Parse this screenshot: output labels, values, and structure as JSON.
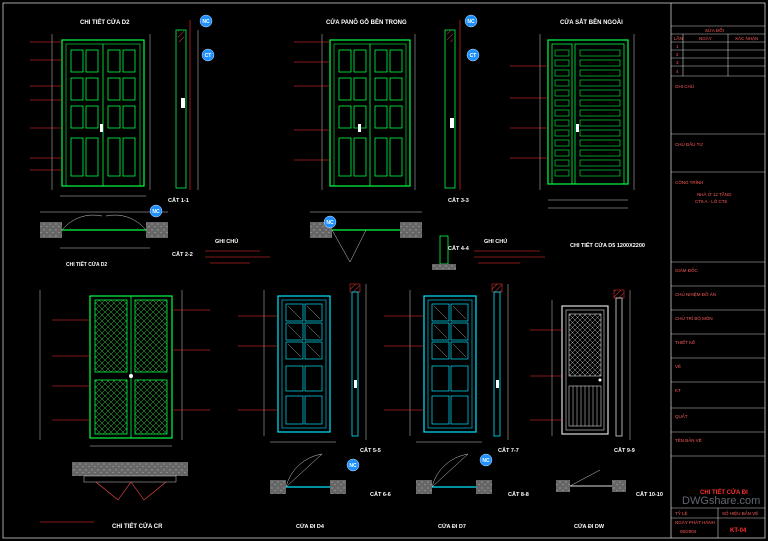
{
  "titles": {
    "door_d2_detail": "CHI TIẾT CỬA D2",
    "pano_door_inside": "CỬA PANÔ GỖ BÊN TRONG",
    "steel_door_outside": "CỬA SẮT BÊN NGOÀI",
    "door_cr_detail": "CHI TIẾT CỬA CR",
    "door_d5_detail": "CHI TIẾT CỬA D5 1200X2200",
    "door_d4": "CỬA ĐI D4",
    "door_d7": "CỬA ĐI D7",
    "door_dw": "CỬA ĐI DW"
  },
  "sections": {
    "s11": "CẮT 1-1",
    "s22": "CẮT 2-2",
    "s33": "CẮT 3-3",
    "s44": "CẮT 4-4",
    "s55": "CẮT 5-5",
    "s66": "CẮT 6-6",
    "s77": "CẮT 7-7",
    "s88": "CẮT 8-8",
    "s99": "CẮT 9-9",
    "s1010": "CẮT 10-10"
  },
  "notes": {
    "ghichu_left": "GHI CHÚ",
    "ghichu_right": "GHI CHÚ"
  },
  "tags": {
    "nc": "NC",
    "ct": "CT"
  },
  "title_block": {
    "revision_header": "SỬA ĐỔI",
    "col_lan": "LẦN",
    "col_ngay": "NGÀY",
    "col_xacnhan": "XÁC NHẬN",
    "rows": [
      "1",
      "2",
      "3",
      "4"
    ],
    "ghi_chu": "GHI CHÚ",
    "chu_dau_tu": "CHỦ ĐẦU TƯ",
    "cong_trinh": "CÔNG TRÌNH",
    "project_line1": "NHÀ Ở 12 TẦNG",
    "project_line2": "CT6 A - LÔ CT6",
    "giam_doc": "GIÁM ĐỐC",
    "chu_nhiem": "CHỦ NHIỆM ĐỒ ÁN",
    "chu_tri": "CHỦ TRÌ BỘ MÔN",
    "thiet_ke": "THIẾT KẾ",
    "ve": "VẼ",
    "kt": "KT",
    "quat": "QUẢT",
    "ten_ban_ve": "TÊN BẢN VẼ",
    "drawing_name": "CHI TIẾT CỬA ĐI",
    "watermark": "DWGshare.com",
    "scale": "TỶ LỆ",
    "sheet_no_label": "SỐ HIỆU BẢN VẼ",
    "date_label": "NGÀY PHÁT HÀNH",
    "date_value": "06/2004",
    "sheet_no": "KT-04"
  }
}
